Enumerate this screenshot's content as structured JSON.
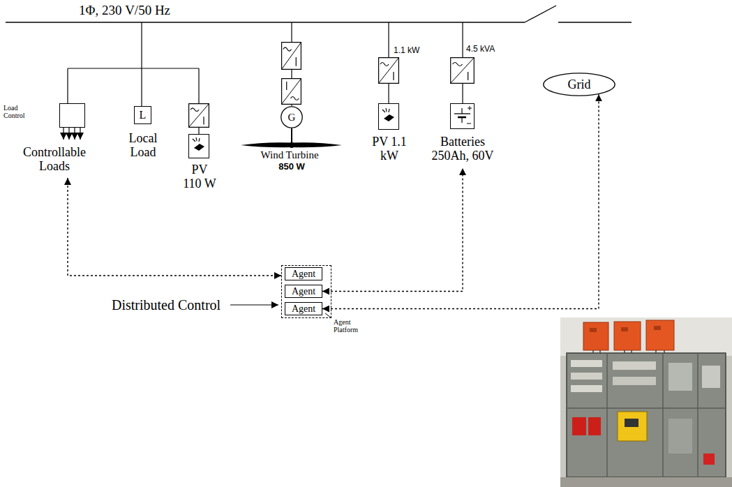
{
  "diagram": {
    "nodes": [
      {
        "text": [
          "Load Control",
          "Controllable Loads"
        ]
      },
      {
        "text": [
          "L",
          "Local Load"
        ]
      },
      {
        "text": [
          "PV 110 W"
        ]
      },
      {
        "text": [
          "G"
        ]
      },
      {
        "text": [
          "PV 1.1 kW"
        ]
      },
      {
        "text": [
          "Batteries 250Ah, 60V"
        ]
      },
      {
        "text": [
          "Grid"
        ]
      },
      {
        "text": [
          "Agent Platform"
        ]
      },
      {
        "text": [
          "Agent"
        ],
        "in": 7
      },
      {
        "text": [
          "Agent"
        ],
        "in": 7
      },
      {
        "text": [
          "Agent"
        ],
        "in": 7
      }
    ],
    "edges": [
      {
        "from": 7,
        "to": 0,
        "arrow": "both"
      },
      {
        "from": 9,
        "to": 5,
        "arrow": "both"
      },
      {
        "from": 10,
        "to": 6,
        "arrow": "both"
      }
    ],
    "labels": [
      "1Φ, 230 V/50 Hz",
      "Wind Turbine",
      "850 W",
      "1.1 kW",
      "4.5 kVA",
      "Distributed Control"
    ]
  }
}
